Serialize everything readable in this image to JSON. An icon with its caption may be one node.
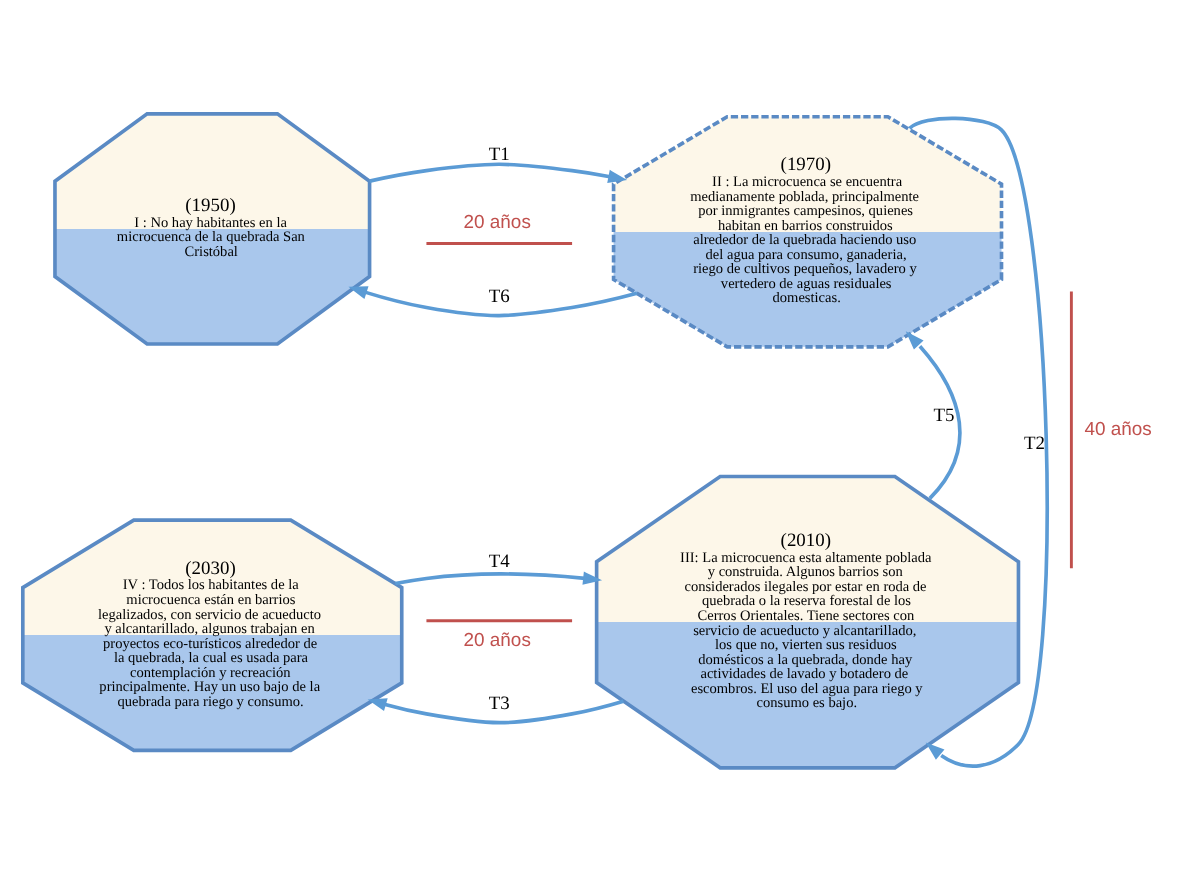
{
  "diagram": {
    "nodes": [
      {
        "text": [
          "(1950)",
          "I : No hay habitantes en la microcuenca de la quebrada San Cristóbal"
        ]
      },
      {
        "text": [
          "(1970)",
          "II : La microcuenca se encuentra medianamente poblada, principalmente por inmigrantes campesinos, quienes habitan en barrios construidos alrededor de la quebrada haciendo uso del agua para consumo, ganaderia, riego de cultivos pequeños, lavadero y vertedero de aguas residuales domesticas."
        ]
      },
      {
        "text": [
          "(2030)",
          "IV : Todos los habitantes de la microcuenca están en barrios legalizados, con servicio de acueducto y alcantarillado, algunos trabajan en proyectos eco-turísticos alrededor de la quebrada, la cual es usada para contemplación y recreación principalmente. Hay un uso bajo de la quebrada para riego y consumo."
        ]
      },
      {
        "text": [
          "(2010)",
          "III: La microcuenca esta altamente poblada y construida. Algunos barrios son considerados ilegales por estar en roda de quebrada o la reserva forestal de los Cerros Orientales. Tiene sectores con servicio de acueducto y alcantarillado, los que no, vierten sus residuos domésticos a la quebrada, donde hay actividades de lavado y botadero de escombros. El uso del agua para riego y consumo es bajo."
        ]
      }
    ],
    "edges": [
      {
        "from": 0,
        "to": 1,
        "arrow": "to",
        "label": "T1"
      },
      {
        "from": 1,
        "to": 3,
        "arrow": "to",
        "label": "T2"
      },
      {
        "from": 3,
        "to": 2,
        "arrow": "to",
        "label": "T3"
      },
      {
        "from": 2,
        "to": 3,
        "arrow": "to",
        "label": "T4"
      },
      {
        "from": 3,
        "to": 1,
        "arrow": "to",
        "label": "T5"
      },
      {
        "from": 1,
        "to": 0,
        "arrow": "to",
        "label": "T6"
      }
    ],
    "labels": [
      "20 años",
      "40 años",
      "20 años"
    ]
  }
}
